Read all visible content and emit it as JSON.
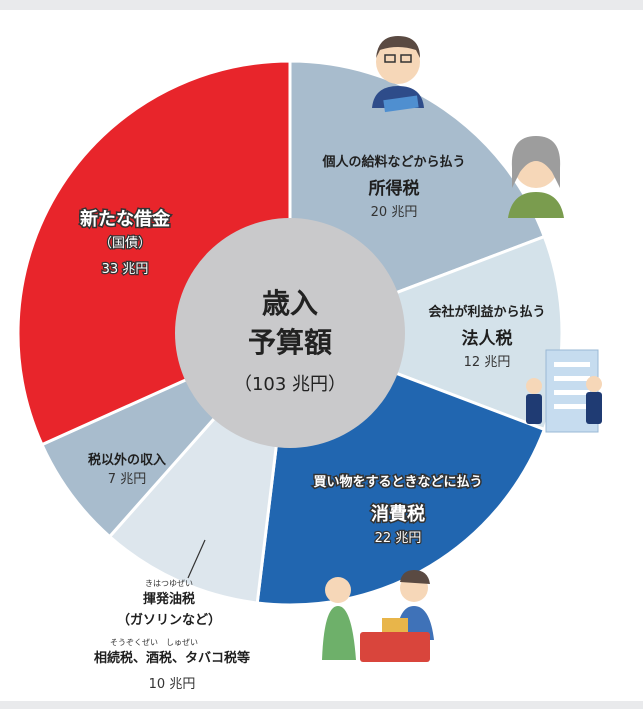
{
  "chart_data": {
    "type": "pie",
    "center": {
      "line1": "歳入",
      "line2": "予算額",
      "total": "（103 兆円）"
    },
    "slices": [
      {
        "key": "income",
        "description": "個人の給料などから払う",
        "label": "所得税",
        "value": 20,
        "value_label": "20 兆円",
        "color": "#a8bccd"
      },
      {
        "key": "corporate",
        "description": "会社が利益から払う",
        "label": "法人税",
        "value": 12,
        "value_label": "12 兆円",
        "color": "#d4e2ea"
      },
      {
        "key": "consumption",
        "description": "買い物をするときなどに払う",
        "label": "消費税",
        "value": 22,
        "value_label": "22 兆円",
        "color": "#2166b0"
      },
      {
        "key": "other-tax",
        "ruby": "きはつゆぜい",
        "label": "揮発油税",
        "sublabel": "（ガソリンなど）",
        "ruby2": "そうぞくぜい　しゅぜい",
        "label2": "相続税、酒税、タバコ税等",
        "value": 10,
        "value_label": "10 兆円",
        "color": "#dde6ed"
      },
      {
        "key": "non-tax",
        "label": "税以外の収入",
        "value": 7,
        "value_label": "7 兆円",
        "color": "#a8bccd"
      },
      {
        "key": "bonds",
        "label": "新たな借金",
        "sublabel": "（国債）",
        "value": 33,
        "value_label": "33 兆円",
        "color": "#e8252b"
      }
    ]
  }
}
